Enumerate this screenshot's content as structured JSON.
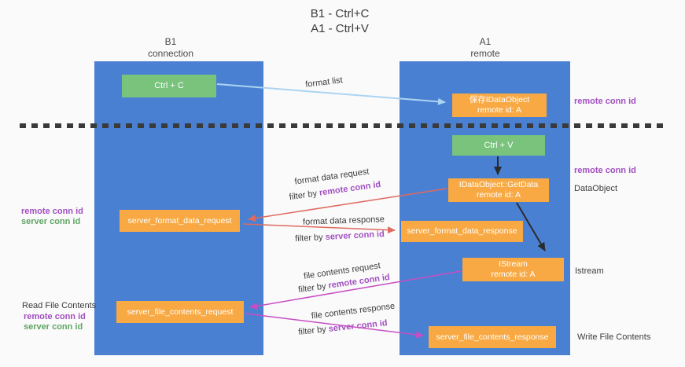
{
  "title": {
    "line1": "B1 - Ctrl+C",
    "line2": "A1 - Ctrl+V"
  },
  "lanes": {
    "left": {
      "name": "B1",
      "role": "connection"
    },
    "right": {
      "name": "A1",
      "role": "remote"
    }
  },
  "nodes": {
    "ctrl_c": {
      "label": "Ctrl + C"
    },
    "ctrl_v": {
      "label": "Ctrl + V"
    },
    "save_idataobject": {
      "line1": "保存IDataObject",
      "line2": "remote id: A"
    },
    "getdata": {
      "line1": "IDataObject::GetData",
      "line2": "remote id: A"
    },
    "istream": {
      "line1": "IStream",
      "line2": "remote id: A"
    },
    "server_format_data_request": {
      "label": "server_format_data_request"
    },
    "server_format_data_response": {
      "label": "server_format_data_response"
    },
    "server_file_contents_request": {
      "label": "server_file_contents_request"
    },
    "server_file_contents_response": {
      "label": "server_file_contents_response"
    }
  },
  "edges": {
    "format_list": "format list",
    "format_data_request": "format data request",
    "format_data_response": "format data response",
    "file_contents_request": "file contents request",
    "file_contents_response": "file contents response",
    "filter_by": "filter by ",
    "remote_conn_id": "remote conn id",
    "server_conn_id": "server conn id"
  },
  "annotations": {
    "remote_conn_id_right_top": "remote conn id",
    "remote_conn_id_right_mid": "remote conn id",
    "dataobject": "DataObject",
    "istream": "Istream",
    "write_file_contents": "Write File Contents",
    "read_file_contents": "Read File Contents",
    "remote_conn_id_left_mid": "remote conn id",
    "server_conn_id_left_mid": "server conn id",
    "remote_conn_id_left_bottom": "remote conn id",
    "server_conn_id_left_bottom": "server conn id"
  },
  "colors": {
    "background": "#fafafa",
    "lane_blue": "#4a80d2",
    "box_green": "#79c37d",
    "box_orange": "#f8a943",
    "text_purple": "#a24fc0",
    "text_green": "#5fa463",
    "arrow_lightblue": "#abd4f1",
    "arrow_red": "#df6a60",
    "arrow_magenta": "#c74ec4",
    "arrow_black": "#2b2b2b",
    "dash_black": "#3a3a3a"
  }
}
